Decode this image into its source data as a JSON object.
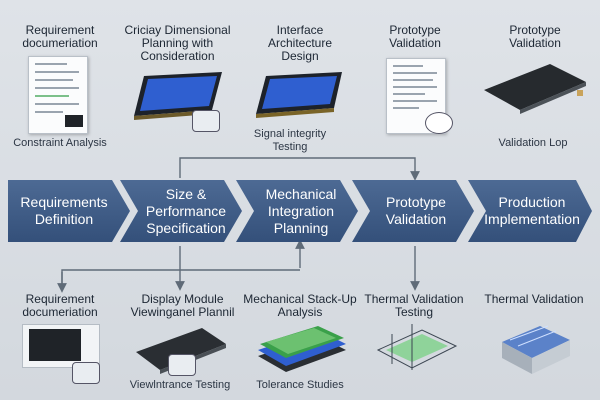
{
  "top": [
    {
      "title": "Requirement\ndocumeriation"
    },
    {
      "title": "Criciay Dimensional\nPlanning with\nConsideration"
    },
    {
      "title": "Interface\nArchitecture\nDesign"
    },
    {
      "title": "Prototype\nValidation"
    },
    {
      "title": "Prototype\nValidation"
    }
  ],
  "top_sub": {
    "constraint": "Constraint Analysis",
    "signal": "Signal integrity\nTesting",
    "validation_loop": "Validation Lop"
  },
  "stages": [
    {
      "label": "Requirements\nDefinition"
    },
    {
      "label": "Size &\nPerformance\nSpecification"
    },
    {
      "label": "Mechanical\nIntegration Planning"
    },
    {
      "label": "Prototype\nValidation"
    },
    {
      "label": "Production\nImplementation"
    }
  ],
  "bottom": [
    {
      "title": "Requirement\ndocumeriation"
    },
    {
      "title": "Display Module\nViewinganel Plannil"
    },
    {
      "title": "Mechanical Stack-Up\nAnalysis"
    },
    {
      "title": "Thermal Validation\nTesting"
    },
    {
      "title": "Thermal Validation"
    }
  ],
  "bottom_sub": {
    "view": "Viewlntrance Testing",
    "tolerance": "Tolerance Studies"
  },
  "colors": {
    "chevron": "#3e5a82",
    "panel_blue": "#2f5fd0",
    "panel_dark": "#262a2e",
    "pcb_green": "#3aa04a",
    "connector": "#5f6b78"
  }
}
